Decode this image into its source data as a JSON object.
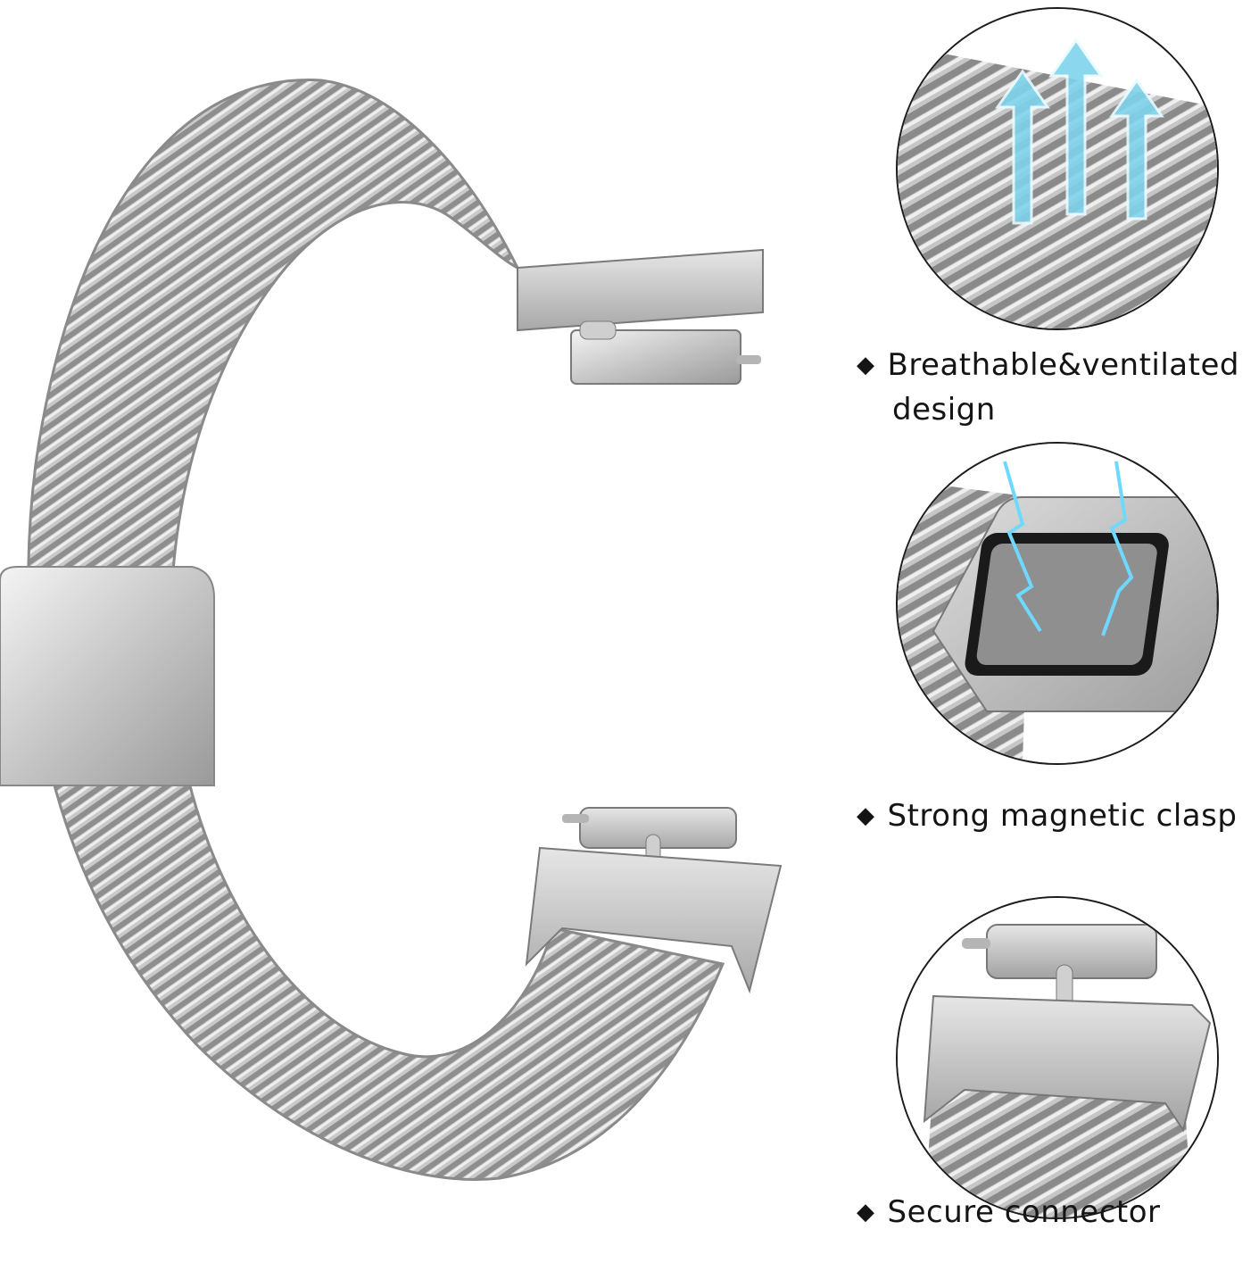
{
  "product": {
    "features": [
      {
        "line1": "Breathable&ventilated",
        "line2": "design"
      },
      {
        "line1": "Strong magnetic clasp",
        "line2": ""
      },
      {
        "line1": "Secure connector",
        "line2": ""
      }
    ],
    "bullet": "◆"
  }
}
